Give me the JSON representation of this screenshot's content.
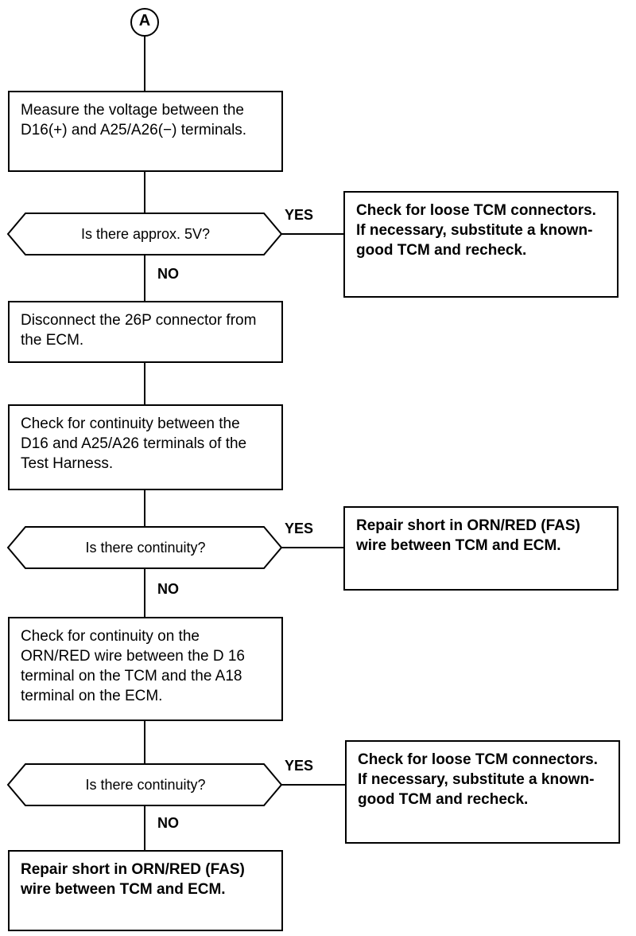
{
  "start": {
    "label": "A"
  },
  "steps": [
    {
      "text": "Measure the voltage between the D16(+) and A25/A26(−) terminals."
    },
    {
      "text": "Disconnect the 26P connector from the ECM."
    },
    {
      "text": "Check for continuity between the D16 and A25/A26 terminals of the Test Harness."
    },
    {
      "text": "Check for continuity on the ORN/RED wire between the D 16 terminal on the TCM and the A18 terminal on the ECM."
    },
    {
      "text": "Repair short in ORN/RED (FAS) wire between TCM and ECM."
    }
  ],
  "decisions": [
    {
      "question": "Is there approx. 5V?",
      "yes_label": "YES",
      "no_label": "NO",
      "yes_action": "Check for loose TCM connectors. If necessary, substitute a known-good TCM and recheck."
    },
    {
      "question": "Is there continuity?",
      "yes_label": "YES",
      "no_label": "NO",
      "yes_action": "Repair short in ORN/RED (FAS) wire between TCM and ECM."
    },
    {
      "question": "Is there continuity?",
      "yes_label": "YES",
      "no_label": "NO",
      "yes_action": "Check for loose TCM connectors. If necessary, substitute a known-good TCM and recheck."
    }
  ]
}
